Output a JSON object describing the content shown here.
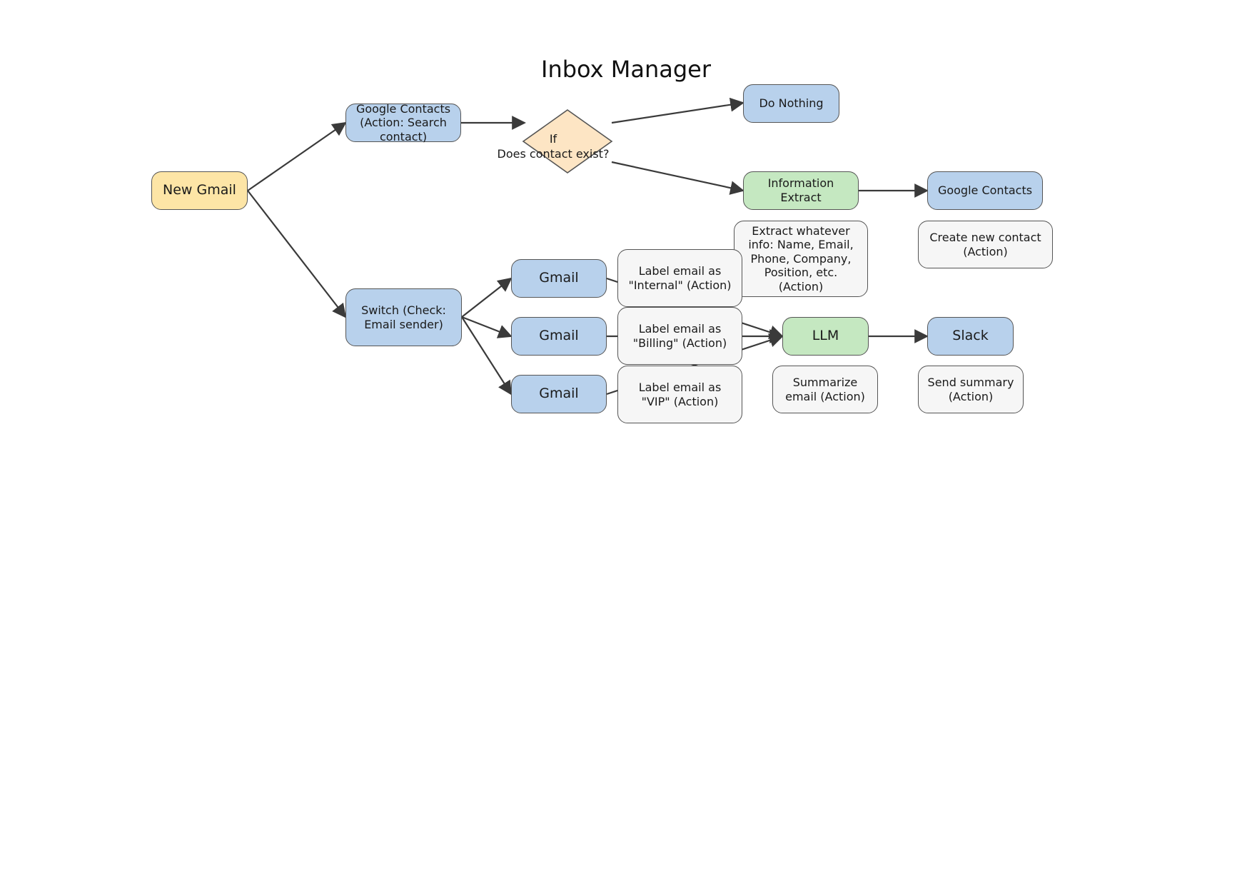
{
  "title": "Inbox Manager",
  "nodes": {
    "new_gmail": "New Gmail",
    "google_contacts_search": "Google Contacts\n(Action: Search\ncontact)",
    "if_decision": "If\nDoes contact exist?",
    "do_nothing": "Do Nothing",
    "information_extract": "Information\nExtract",
    "google_contacts_create": "Google Contacts",
    "switch": "Switch (Check:\nEmail sender)",
    "gmail_internal": "Gmail",
    "gmail_billing": "Gmail",
    "gmail_vip": "Gmail",
    "llm": "LLM",
    "slack": "Slack"
  },
  "notes": {
    "extract_info": "Extract whatever\ninfo: Name, Email,\nPhone, Company,\nPosition, etc.\n(Action)",
    "create_contact": "Create new contact\n(Action)",
    "label_internal": "Label email as\n\"Internal\" (Action)",
    "label_billing": "Label email as\n\"Billing\" (Action)",
    "label_vip": "Label email as\n\"VIP\" (Action)",
    "summarize": "Summarize\nemail (Action)",
    "send_summary": "Send summary\n(Action)"
  },
  "colors": {
    "action_blue": "#b8d1ec",
    "trigger_yellow": "#fde5a6",
    "ai_green": "#c5e8c1",
    "decision_orange": "#fde5c4",
    "note_gray": "#f6f6f6",
    "edge": "#3a3a3a"
  }
}
